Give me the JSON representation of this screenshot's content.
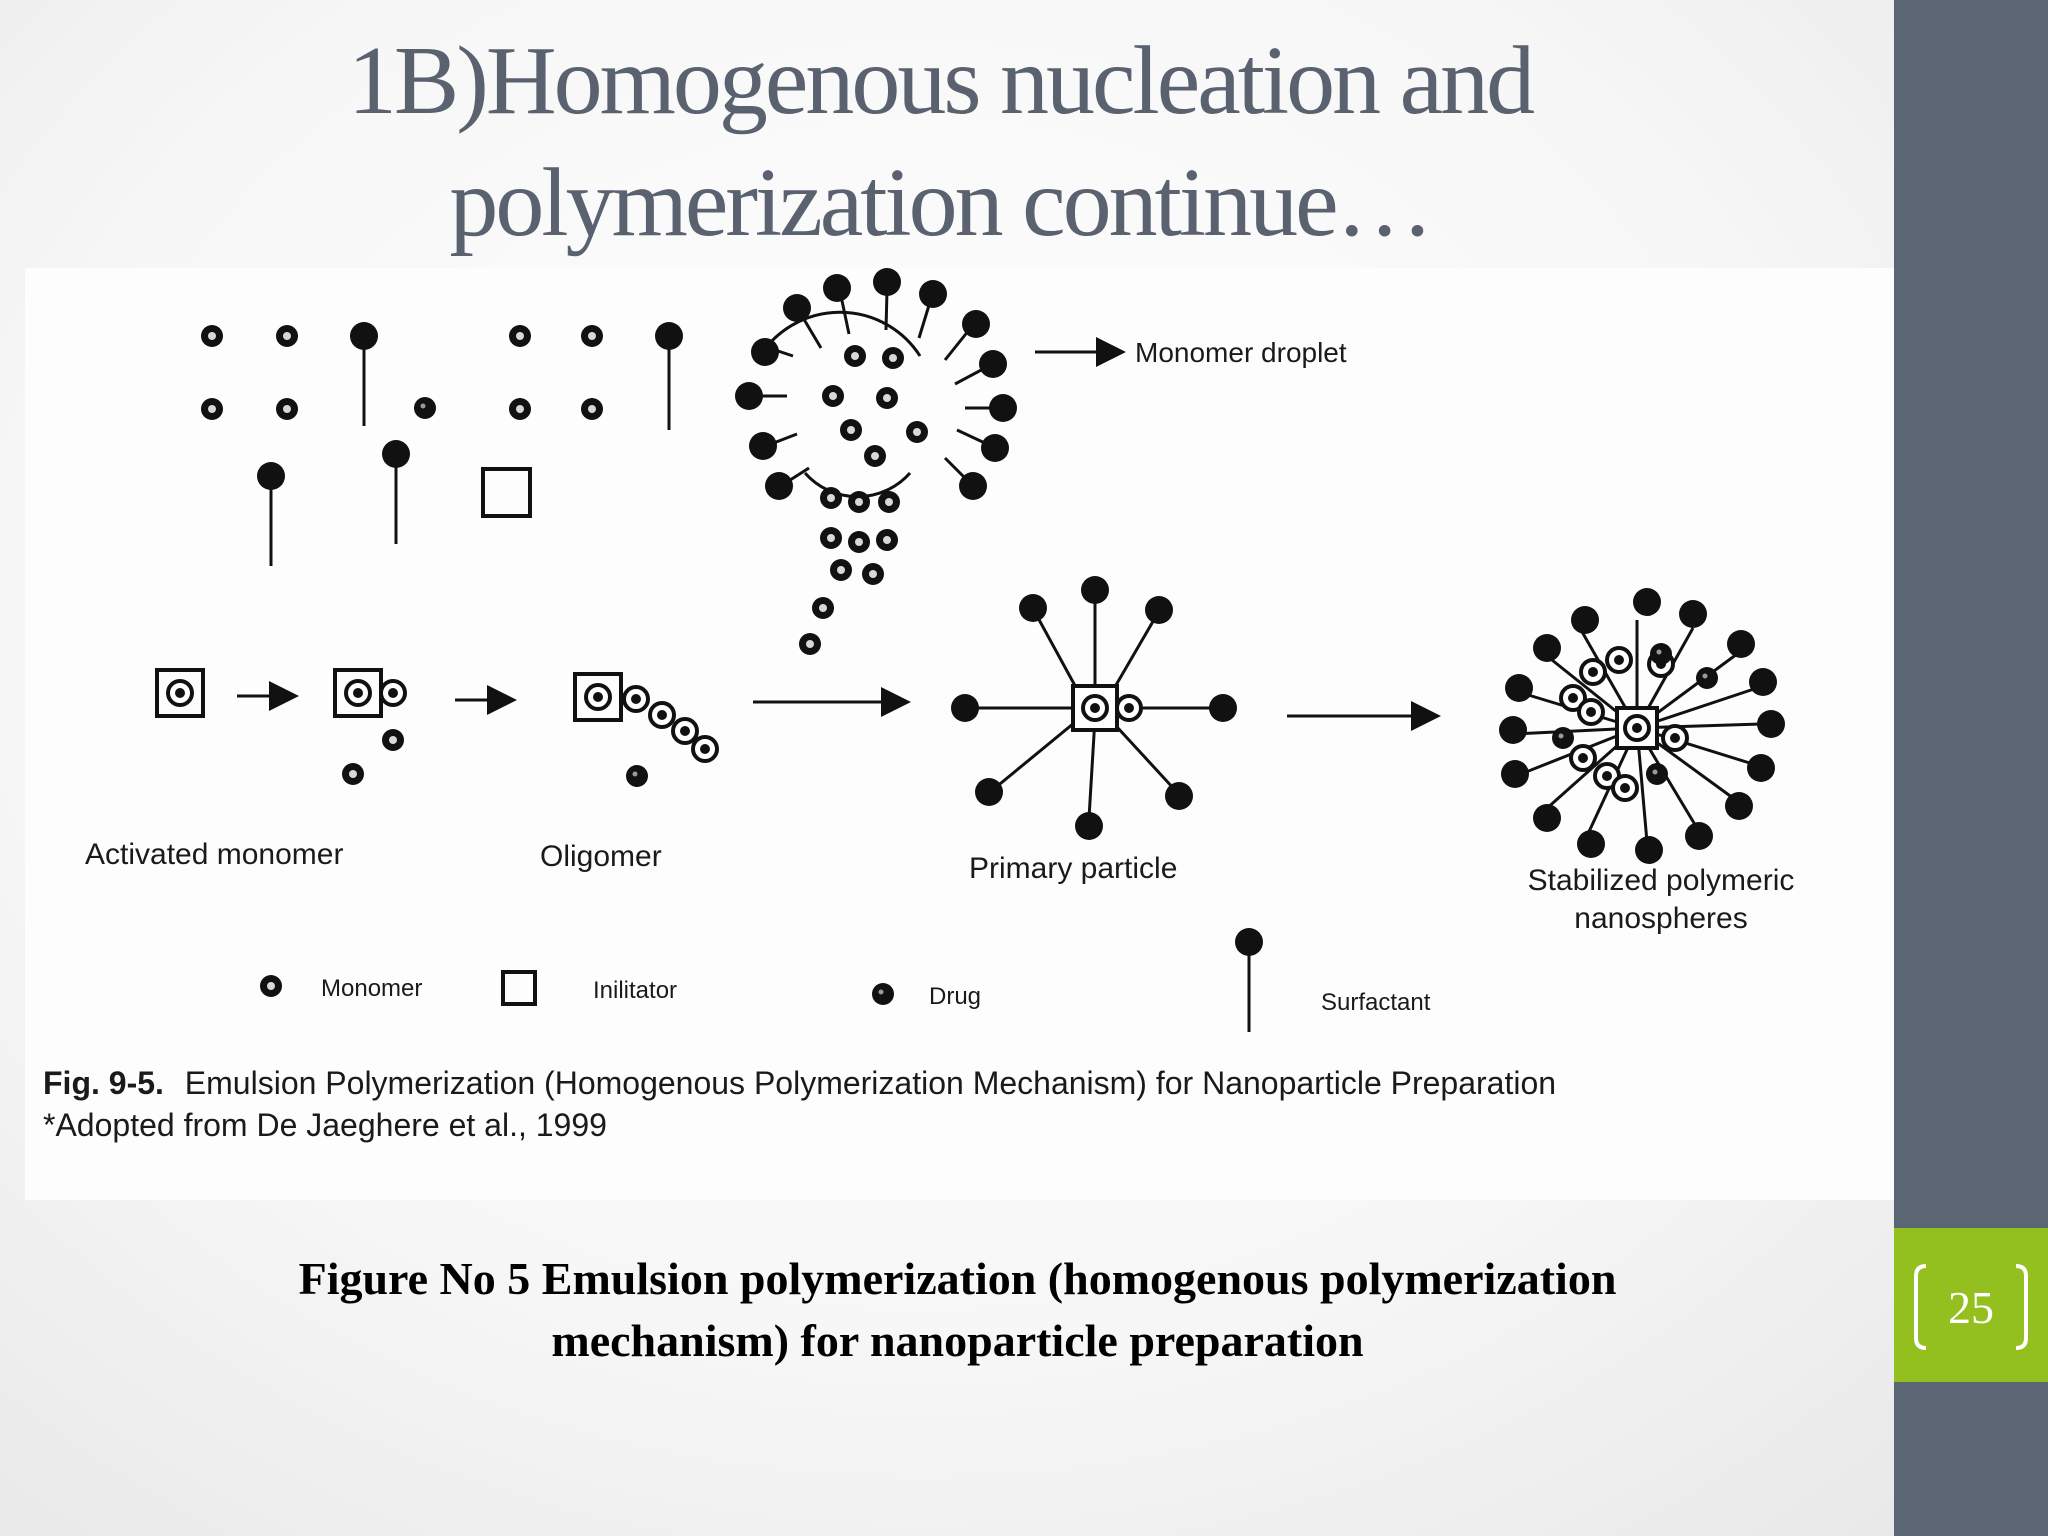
{
  "title": {
    "line1": "1B)Homogenous nucleation and",
    "line2": "polymerization continue…"
  },
  "figure": {
    "labels": {
      "monomer_droplet": "Monomer droplet",
      "activated_monomer": "Activated monomer",
      "oligomer": "Oligomer",
      "primary_particle": "Primary particle",
      "stabilized_line1": "Stabilized polymeric",
      "stabilized_line2": "nanospheres"
    },
    "legend": {
      "monomer": "Monomer",
      "initiator": "Inilitator",
      "drug": "Drug",
      "surfactant": "Surfactant"
    },
    "fig_caption": {
      "number": "Fig. 9-5.",
      "text": "Emulsion Polymerization (Homogenous Polymerization Mechanism) for Nanoparticle Preparation",
      "source": "*Adopted from De  Jaeghere et al., 1999"
    }
  },
  "caption": {
    "line1": "Figure No 5 Emulsion polymerization (homogenous polymerization",
    "line2": "mechanism) for nanoparticle preparation"
  },
  "slide_number": "25",
  "colors": {
    "sidebar": "#5b6573",
    "page_tab": "#93c01f",
    "title_text": "#5a6270"
  }
}
